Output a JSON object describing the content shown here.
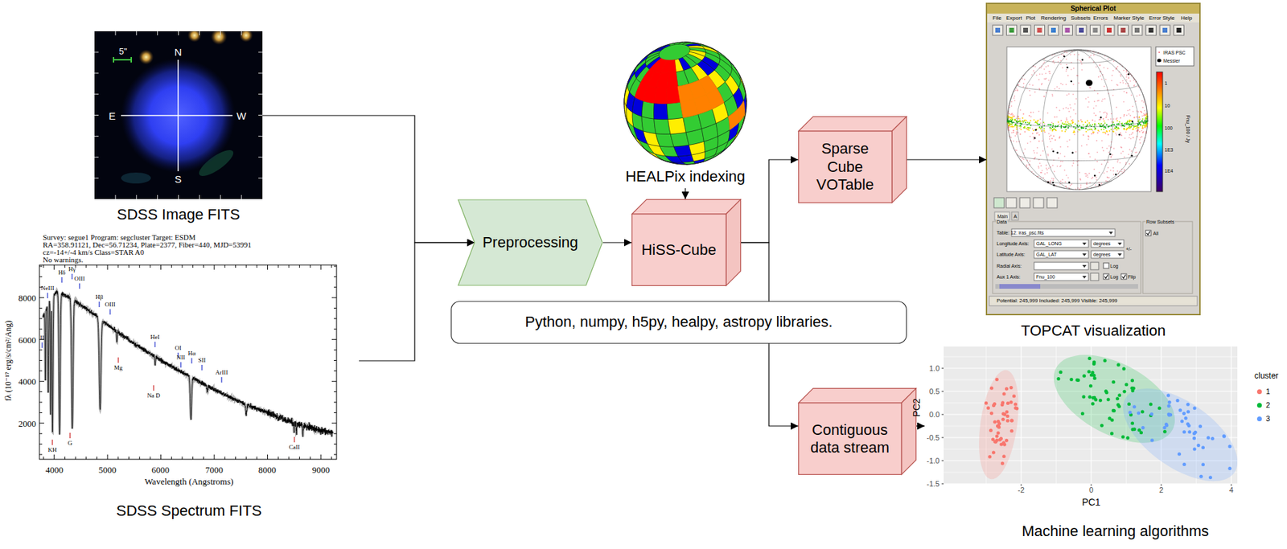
{
  "diagram": {
    "nodes": [
      {
        "text": [
          "SDSS Image FITS"
        ]
      },
      {
        "text": [
          "SDSS Spectrum FITS"
        ]
      },
      {
        "text": [
          "Preprocessing"
        ]
      },
      {
        "text": [
          "HEALPix indexing"
        ]
      },
      {
        "text": [
          "HiSS-Cube"
        ]
      },
      {
        "text": [
          "Python, numpy, h5py, healpy, astropy libraries."
        ]
      },
      {
        "text": [
          "Sparse Cube VOTable"
        ]
      },
      {
        "text": [
          "Contiguous data stream"
        ]
      },
      {
        "text": [
          "TOPCAT visualization"
        ]
      },
      {
        "text": [
          "Machine learning algorithms"
        ]
      }
    ],
    "edges": [
      {
        "from": 0,
        "to": 2,
        "arrow": "to"
      },
      {
        "from": 1,
        "to": 2,
        "arrow": "to"
      },
      {
        "from": 2,
        "to": 4,
        "arrow": "to"
      },
      {
        "from": 3,
        "to": 4,
        "arrow": "to"
      },
      {
        "from": 4,
        "to": 6,
        "arrow": "to"
      },
      {
        "from": 4,
        "to": 7,
        "arrow": "to"
      },
      {
        "from": 6,
        "to": 8,
        "arrow": "to"
      },
      {
        "from": 7,
        "to": 9,
        "arrow": "to"
      }
    ],
    "labels": [
      "5\"",
      "N",
      "E",
      "W",
      "S",
      "Survey: segue1 Program: segcluster Target: ESDM",
      "RA=358.91121, Dec=56.71234, Plate=2377, Fiber=440, MJD=53991",
      "cz=-14+/-4 km/s Class=STAR A0",
      "No warnings.",
      "8000",
      "6000",
      "4000",
      "2000",
      "4000",
      "5000",
      "6000",
      "7000",
      "8000",
      "9000",
      "Wavelength (Angstroms)",
      "fλ (10⁻¹⁷ erg/s/cm²/Ang)",
      "II",
      "NeIII",
      "Hδ",
      "Hγ",
      "OIII",
      "Hβ",
      "OIII",
      "HeI",
      "OI",
      "NII",
      "Hα",
      "SII",
      "ArIII",
      "KH",
      "G",
      "Mg",
      "Na D",
      "CaII",
      "Spherical Plot",
      "File",
      "Export",
      "Plot",
      "Rendering",
      "Subsets",
      "Errors",
      "Marker Style",
      "Error Style",
      "Help",
      "IRAS PSC",
      "Messier",
      "1",
      "10",
      "100",
      "1E3",
      "1E4",
      "Fnu_100 / Jy",
      "Main",
      "A",
      "Data",
      "Table: 12: iras_psc.fits",
      "Longitude Axis:",
      "GAL_LONG",
      "degrees",
      "Latitude Axis:",
      "GAL_LAT",
      "degrees",
      "+/-",
      "Radial Axis:",
      "Log",
      "Aux 1 Axis:",
      "Fnu_100",
      "Log",
      "Flip",
      "Row Subsets",
      "All",
      "Potential: 245,999 Included: 245,999 Visible: 245,999",
      "1.0",
      "0.5",
      "0.0",
      "-0.5",
      "-1.0",
      "-1.5",
      "-2",
      "0",
      "2",
      "4",
      "PC2",
      "PC1",
      "cluster"
    ],
    "legend": [
      {
        "text": "1",
        "color": "#f8766d"
      },
      {
        "text": "2",
        "color": "#00ba38"
      },
      {
        "text": "3",
        "color": "#619cff"
      }
    ]
  }
}
